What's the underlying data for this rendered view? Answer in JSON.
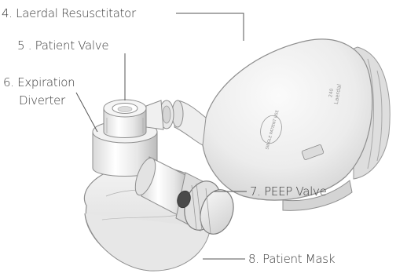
{
  "labels": {
    "resuscitator": "4. Laerdal Resusctitator",
    "patient_valve": "5 . Patient Valve",
    "expiration_line1": "6. Expiration",
    "expiration_line2": "Diverter",
    "peep_valve": "7. PEEP Valve",
    "patient_mask": "8. Patient Mask"
  },
  "bag_markings": {
    "single_patient_use": "SINGLE PATIENT USE",
    "laerdal": "Laerdal",
    "size": "240"
  }
}
